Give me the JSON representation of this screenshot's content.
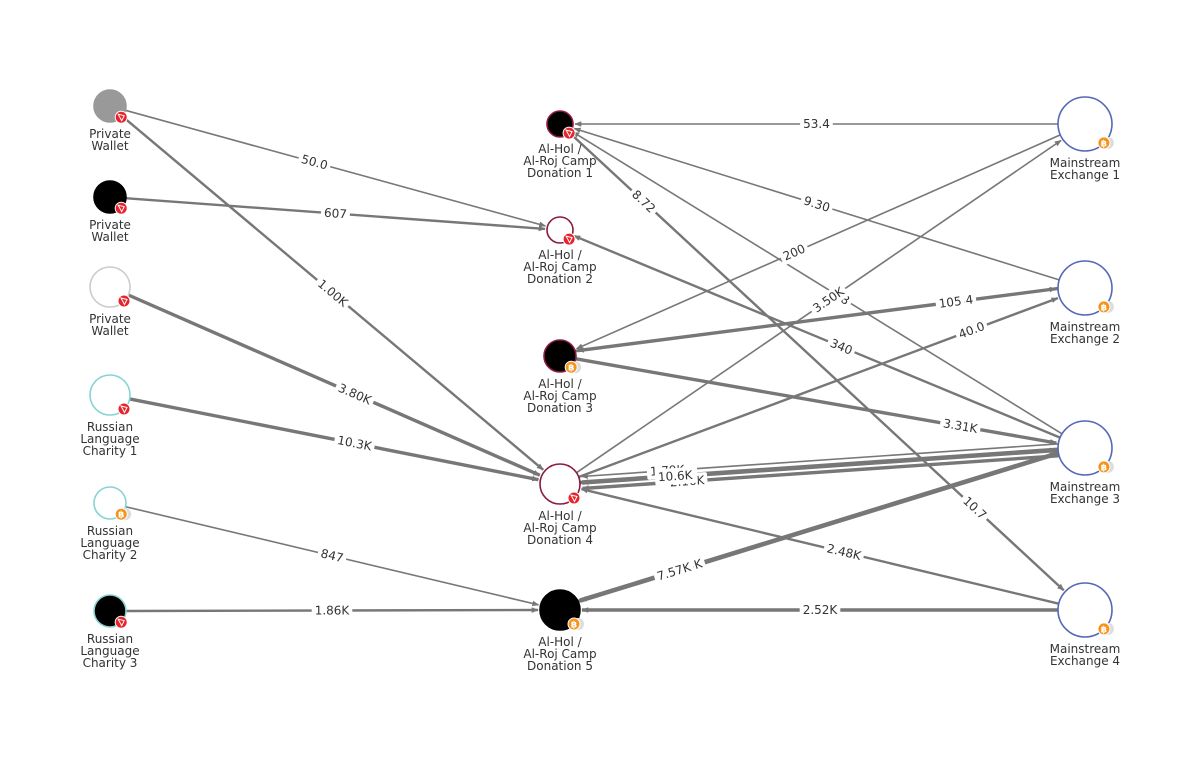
{
  "colors": {
    "edge": "#777777",
    "label_text": "#333333",
    "private_fill_gray": "#999999",
    "private_fill_black": "#000000",
    "private_border_light": "#cccccc",
    "charity_border": "#88d3d3",
    "camp_border": "#8b1a3e",
    "exchange_border": "#5567b6",
    "tron_badge": "#e8232b",
    "btc_badge": "#f7931a",
    "btc_badge_shadow": "#dddddd"
  },
  "nodes": [
    {
      "id": "pw1",
      "label": [
        "Private",
        "Wallet"
      ],
      "fill": "#999999",
      "border": "#999999",
      "size": "small",
      "badge": "tron-icon"
    },
    {
      "id": "pw2",
      "label": [
        "Private",
        "Wallet"
      ],
      "fill": "#000000",
      "border": "#000000",
      "size": "small",
      "badge": "tron-icon"
    },
    {
      "id": "pw3",
      "label": [
        "Private",
        "Wallet"
      ],
      "fill": "#ffffff",
      "border": "#cccccc",
      "size": "medium",
      "badge": "tron-icon"
    },
    {
      "id": "rc1",
      "label": [
        "Russian",
        "Language",
        "Charity 1"
      ],
      "fill": "#ffffff",
      "border": "#88d3d3",
      "size": "medium",
      "badge": "tron-icon"
    },
    {
      "id": "rc2",
      "label": [
        "Russian",
        "Language",
        "Charity 2"
      ],
      "fill": "#ffffff",
      "border": "#88d3d3",
      "size": "small",
      "badge": "btc-icon"
    },
    {
      "id": "rc3",
      "label": [
        "Russian",
        "Language",
        "Charity 3"
      ],
      "fill": "#000000",
      "border": "#88d3d3",
      "size": "small",
      "badge": "tron-icon"
    },
    {
      "id": "d1",
      "label": [
        "Al-Hol /",
        "Al-Roj Camp",
        "Donation 1"
      ],
      "fill": "#000000",
      "border": "#8b1a3e",
      "size": "tiny",
      "badge": "tron-icon"
    },
    {
      "id": "d2",
      "label": [
        "Al-Hol /",
        "Al-Roj Camp",
        "Donation 2"
      ],
      "fill": "#ffffff",
      "border": "#8b1a3e",
      "size": "tiny",
      "badge": "tron-icon"
    },
    {
      "id": "d3",
      "label": [
        "Al-Hol /",
        "Al-Roj Camp",
        "Donation 3"
      ],
      "fill": "#000000",
      "border": "#8b1a3e",
      "size": "small",
      "badge": "btc-icon"
    },
    {
      "id": "d4",
      "label": [
        "Al-Hol /",
        "Al-Roj Camp",
        "Donation 4"
      ],
      "fill": "#ffffff",
      "border": "#8b1a3e",
      "size": "medium",
      "badge": "tron-icon"
    },
    {
      "id": "d5",
      "label": [
        "Al-Hol /",
        "Al-Roj Camp",
        "Donation 5"
      ],
      "fill": "#000000",
      "border": "#000000",
      "size": "medium",
      "badge": "btc-icon"
    },
    {
      "id": "ex1",
      "label": [
        "Mainstream",
        "Exchange 1"
      ],
      "fill": "#ffffff",
      "border": "#5567b6",
      "size": "large",
      "badge": "btc-icon"
    },
    {
      "id": "ex2",
      "label": [
        "Mainstream",
        "Exchange 2"
      ],
      "fill": "#ffffff",
      "border": "#5567b6",
      "size": "large",
      "badge": "btc-icon"
    },
    {
      "id": "ex3",
      "label": [
        "Mainstream",
        "Exchange 3"
      ],
      "fill": "#ffffff",
      "border": "#5567b6",
      "size": "large",
      "badge": "btc-icon"
    },
    {
      "id": "ex4",
      "label": [
        "Mainstream",
        "Exchange 4"
      ],
      "fill": "#ffffff",
      "border": "#5567b6",
      "size": "large",
      "badge": "btc-icon"
    }
  ],
  "edges": [
    {
      "from": "pw1",
      "to": "d2",
      "label": "50.0",
      "weight": "thin"
    },
    {
      "from": "pw1",
      "to": "d4",
      "label": "1.00K",
      "weight": "medium"
    },
    {
      "from": "pw2",
      "to": "d2",
      "label": "607",
      "weight": "medium"
    },
    {
      "from": "pw3",
      "to": "d4",
      "label": "3.80K",
      "weight": "thick"
    },
    {
      "from": "rc1",
      "to": "d4",
      "label": "10.3K",
      "weight": "thick"
    },
    {
      "from": "rc2",
      "to": "d5",
      "label": "847",
      "weight": "thin"
    },
    {
      "from": "rc3",
      "to": "d5",
      "label": "1.86K",
      "weight": "medium"
    },
    {
      "from": "ex1",
      "to": "d1",
      "label": "53.4",
      "weight": "thin"
    },
    {
      "from": "ex2",
      "to": "d1",
      "label": "9.30",
      "weight": "thin"
    },
    {
      "from": "ex3",
      "to": "d1",
      "label": "88",
      "weight": "thin"
    },
    {
      "from": "d1",
      "to": "ex4",
      "label": "8.72",
      "weight": "medium"
    },
    {
      "from": "ex3",
      "to": "d2",
      "label": "340",
      "weight": "medium"
    },
    {
      "from": "ex1",
      "to": "d3",
      "label": "200",
      "weight": "thin"
    },
    {
      "from": "ex2",
      "to": "d3",
      "label": "444",
      "weight": "thick"
    },
    {
      "from": "d3",
      "to": "ex2",
      "label": "105",
      "weight": "medium"
    },
    {
      "from": "d3",
      "to": "ex3",
      "label": "3.31K",
      "weight": "thick"
    },
    {
      "from": "d4",
      "to": "ex1",
      "label": "3.50K",
      "weight": "thin"
    },
    {
      "from": "d4",
      "to": "ex2",
      "label": "40.0",
      "weight": "medium"
    },
    {
      "from": "ex3",
      "to": "d4",
      "label": "2.16K",
      "weight": "thick"
    },
    {
      "from": "ex3",
      "to": "d4",
      "label": "1.79K",
      "weight": "thin"
    },
    {
      "from": "ex3",
      "to": "d4",
      "label": "64.2K",
      "weight": "xthick"
    },
    {
      "from": "d4",
      "to": "ex3",
      "label": "10.6K",
      "weight": "thick"
    },
    {
      "from": "ex4",
      "to": "d4",
      "label": "2.48K",
      "weight": "medium"
    },
    {
      "from": "ex3",
      "to": "d5",
      "label": "18.4K",
      "weight": "xthick"
    },
    {
      "from": "d5",
      "to": "ex3",
      "label": "7.57K",
      "weight": "thick"
    },
    {
      "from": "ex4",
      "to": "d5",
      "label": "2.52K",
      "weight": "thick"
    },
    {
      "from": "d1",
      "to": "ex4",
      "label": "10.7",
      "weight": "thin"
    }
  ]
}
